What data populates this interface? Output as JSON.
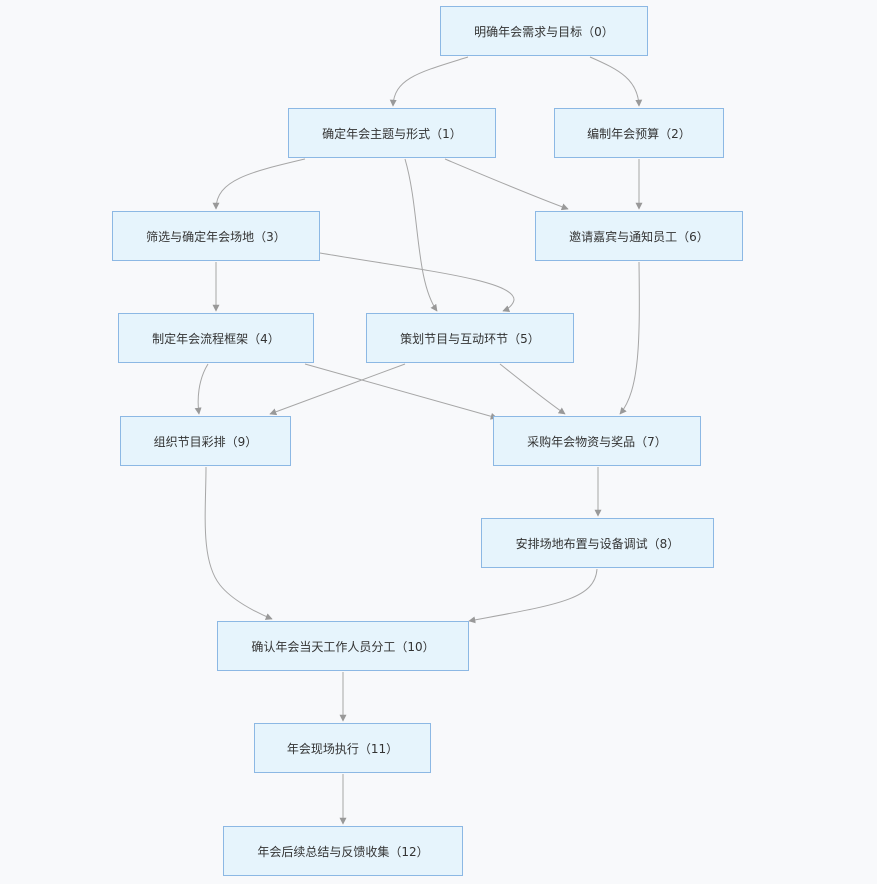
{
  "diagram": {
    "nodes": [
      {
        "id": "n0",
        "label": "明确年会需求与目标（0）"
      },
      {
        "id": "n1",
        "label": "确定年会主题与形式（1）"
      },
      {
        "id": "n2",
        "label": "编制年会预算（2）"
      },
      {
        "id": "n3",
        "label": "筛选与确定年会场地（3）"
      },
      {
        "id": "n4",
        "label": "制定年会流程框架（4）"
      },
      {
        "id": "n5",
        "label": "策划节目与互动环节（5）"
      },
      {
        "id": "n6",
        "label": "邀请嘉宾与通知员工（6）"
      },
      {
        "id": "n7",
        "label": "采购年会物资与奖品（7）"
      },
      {
        "id": "n8",
        "label": "安排场地布置与设备调试（8）"
      },
      {
        "id": "n9",
        "label": "组织节目彩排（9）"
      },
      {
        "id": "n10",
        "label": "确认年会当天工作人员分工（10）"
      },
      {
        "id": "n11",
        "label": "年会现场执行（11）"
      },
      {
        "id": "n12",
        "label": "年会后续总结与反馈收集（12）"
      }
    ],
    "edges": [
      {
        "from": "n0",
        "to": "n1"
      },
      {
        "from": "n0",
        "to": "n2"
      },
      {
        "from": "n1",
        "to": "n3"
      },
      {
        "from": "n1",
        "to": "n5"
      },
      {
        "from": "n1",
        "to": "n6"
      },
      {
        "from": "n2",
        "to": "n6"
      },
      {
        "from": "n3",
        "to": "n4"
      },
      {
        "from": "n3",
        "to": "n5"
      },
      {
        "from": "n4",
        "to": "n9"
      },
      {
        "from": "n4",
        "to": "n7"
      },
      {
        "from": "n5",
        "to": "n9"
      },
      {
        "from": "n5",
        "to": "n7"
      },
      {
        "from": "n6",
        "to": "n7"
      },
      {
        "from": "n7",
        "to": "n8"
      },
      {
        "from": "n9",
        "to": "n10"
      },
      {
        "from": "n8",
        "to": "n10"
      },
      {
        "from": "n10",
        "to": "n11"
      },
      {
        "from": "n11",
        "to": "n12"
      }
    ]
  }
}
